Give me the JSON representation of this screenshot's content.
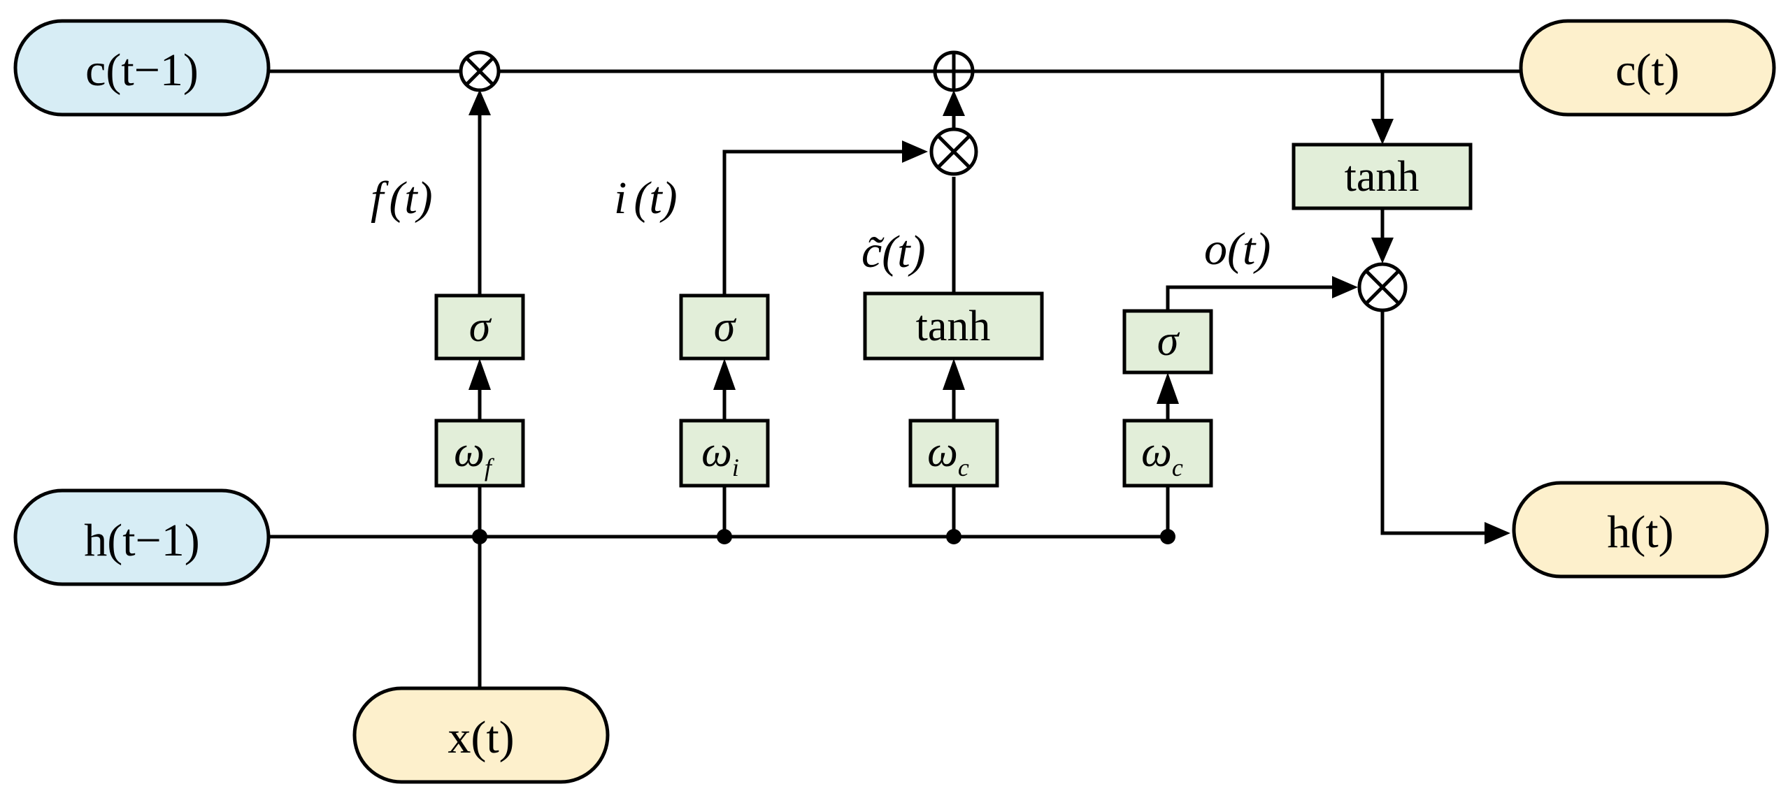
{
  "nodes": {
    "c_prev": "c(t−1)",
    "h_prev": "h(t−1)",
    "x_t": "x(t)",
    "c_t": "c(t)",
    "h_t": "h(t)"
  },
  "gates": {
    "forget_act": "σ",
    "input_act": "σ",
    "cand_act": "tanh",
    "output_act": "σ",
    "cell_act": "tanh"
  },
  "weights": {
    "forget": {
      "base": "ω",
      "sub": "f"
    },
    "input": {
      "base": "ω",
      "sub": "i"
    },
    "cand": {
      "base": "ω",
      "sub": "c"
    },
    "output": {
      "base": "ω",
      "sub": "c"
    }
  },
  "labels": {
    "forget": {
      "fn": "f",
      "arg": "(t)"
    },
    "input": {
      "fn": "i",
      "arg": "(t)"
    },
    "cand": {
      "fn": "c̃",
      "arg": "(t)"
    },
    "output": {
      "fn": "o",
      "arg": "(t)"
    }
  },
  "operators": {
    "multiply": "⊗",
    "add": "⊕"
  },
  "colors": {
    "input_node": "#d7edf5",
    "output_node": "#fdf0cc",
    "gate_box": "#e2eed9"
  }
}
